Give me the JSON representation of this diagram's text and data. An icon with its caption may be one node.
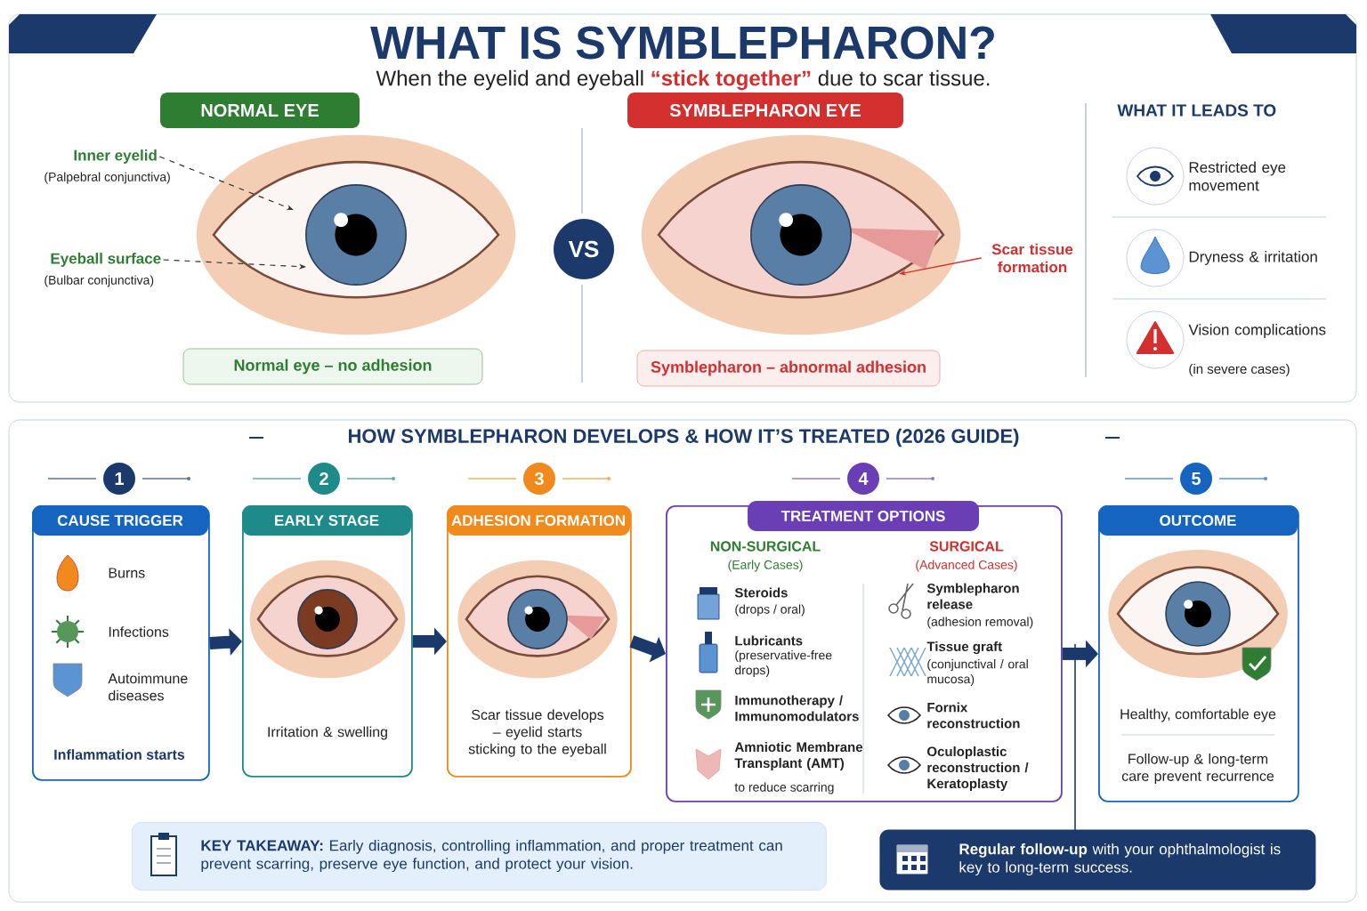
{
  "diagram": {
    "title": "WHAT IS SYMBLEPHARON?",
    "nodes": [
      {
        "text": [
          "NORMAL EYE"
        ]
      },
      {
        "text": [
          "Normal eye – no adhesion"
        ]
      },
      {
        "text": [
          "SYMBLEPHARON EYE"
        ]
      },
      {
        "text": [
          "Symblepharon – abnormal adhesion"
        ]
      },
      {
        "text": [
          "VS"
        ]
      },
      {
        "text": [
          "Inner eyelid",
          "(Palpebral conjunctiva)"
        ]
      },
      {
        "text": [
          "Eyeball surface",
          "(Bulbar conjunctiva)"
        ]
      },
      {
        "text": [],
        "shape": "picture"
      },
      {
        "text": [
          "Scar tissue formation"
        ]
      },
      {
        "text": [],
        "shape": "picture"
      },
      {
        "text": [
          "1"
        ]
      },
      {
        "text": [
          "CAUSE TRIGGER",
          "Burns",
          "Infections",
          "Autoimmune diseases",
          "Inflammation starts"
        ]
      },
      {
        "text": [
          "2"
        ]
      },
      {
        "text": [
          "EARLY STAGE",
          "Irritation & swelling"
        ]
      },
      {
        "text": [
          "3"
        ]
      },
      {
        "text": [
          "ADHESION FORMATION",
          "Scar tissue develops – eyelid starts sticking to the eyeball"
        ]
      },
      {
        "text": [
          "4"
        ]
      },
      {
        "text": [
          "TREATMENT OPTIONS",
          "NON-SURGICAL",
          "(Early Cases)",
          "Steroids",
          "(drops / oral)",
          "Lubricants",
          "(preservative-free drops)",
          "Immunotherapy / Immunomodulators",
          "Amniotic Membrane Transplant (AMT)",
          "to reduce scarring",
          "SURGICAL",
          "(Advanced Cases)",
          "Symblepharon release",
          "(adhesion removal)",
          "Tissue graft",
          "(conjunctival / oral mucosa)",
          "Fornix reconstruction",
          "Oculoplastic reconstruction / Keratoplasty"
        ]
      },
      {
        "text": [
          "5"
        ]
      },
      {
        "text": [
          "OUTCOME",
          "Healthy, comfortable eye",
          "Follow-up & long-term care prevent recurrence"
        ]
      },
      {
        "text": [
          "**KEY TAKEAWAY:** Early diagnosis, controlling inflammation, and proper treatment can prevent scarring, preserve eye function, and protect your vision."
        ]
      },
      {
        "text": [
          "**Regular follow-up** with your ophthalmologist is key to long-term success."
        ]
      }
    ],
    "edges": [
      {
        "from": 5,
        "to": 7,
        "arrow": "to",
        "style": "dashed"
      },
      {
        "from": 6,
        "to": 7,
        "arrow": "to",
        "style": "dashed"
      },
      {
        "from": 8,
        "to": 9,
        "arrow": "to",
        "color": "#d32f2f"
      },
      {
        "from": 11,
        "to": 13,
        "arrow": "to"
      },
      {
        "from": 13,
        "to": 15,
        "arrow": "to"
      },
      {
        "from": 15,
        "to": 17,
        "arrow": "to"
      },
      {
        "from": 17,
        "to": 19,
        "arrow": "to"
      }
    ],
    "labels": [
      "When the eyelid and eyeball **“stick together”** due to scar tissue.",
      "WHAT IT LEADS TO",
      "Restricted eye movement",
      "Dryness & irritation",
      "Vision complications",
      "(in severe cases)",
      "HOW SYMBLEPHARON DEVELOPS & HOW IT’S TREATED (2026 GUIDE)"
    ]
  }
}
